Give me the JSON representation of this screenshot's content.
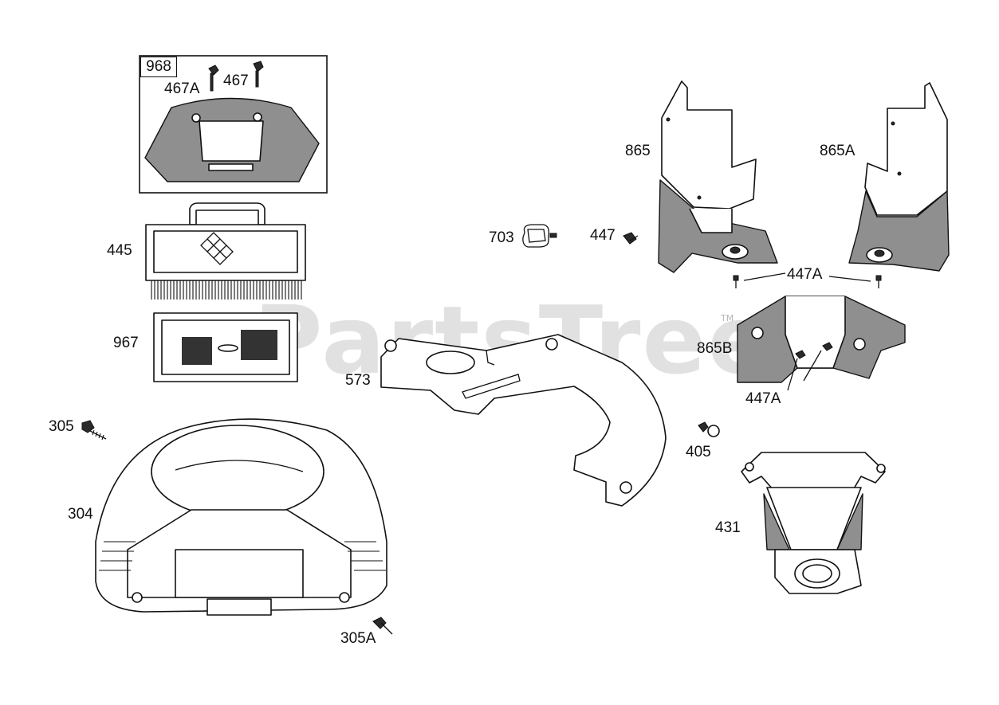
{
  "watermark": {
    "text": "PartsTree",
    "trademark": "TM"
  },
  "kit_box": {
    "label": "968"
  },
  "callouts": [
    {
      "id": "467A",
      "text": "467A"
    },
    {
      "id": "467",
      "text": "467"
    },
    {
      "id": "445",
      "text": "445"
    },
    {
      "id": "967",
      "text": "967"
    },
    {
      "id": "305",
      "text": "305"
    },
    {
      "id": "304",
      "text": "304"
    },
    {
      "id": "305A",
      "text": "305A"
    },
    {
      "id": "703",
      "text": "703"
    },
    {
      "id": "447",
      "text": "447"
    },
    {
      "id": "573",
      "text": "573"
    },
    {
      "id": "865",
      "text": "865"
    },
    {
      "id": "865A",
      "text": "865A"
    },
    {
      "id": "447A_top",
      "text": "447A"
    },
    {
      "id": "865B",
      "text": "865B"
    },
    {
      "id": "447A_bottom",
      "text": "447A"
    },
    {
      "id": "405",
      "text": "405"
    },
    {
      "id": "431",
      "text": "431"
    }
  ]
}
